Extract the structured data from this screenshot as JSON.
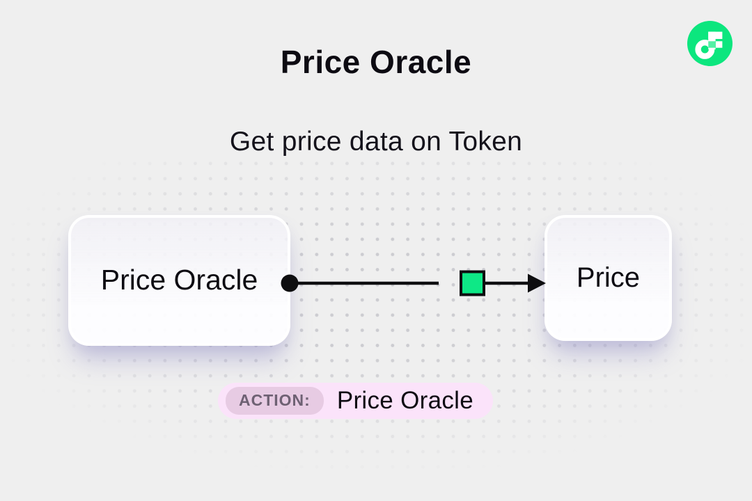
{
  "header": {
    "title": "Price Oracle",
    "subtitle": "Get price data on Token"
  },
  "logo": {
    "name": "flow-logo",
    "bg_color": "#0ce67e",
    "crossbar_color": "#53f0a4"
  },
  "diagram": {
    "source_node": {
      "label": "Price Oracle"
    },
    "target_node": {
      "label": "Price"
    },
    "connector": {
      "handle_color": "#0ee886",
      "line_color": "#0e0e10"
    }
  },
  "action_bar": {
    "badge_label": "ACTION:",
    "action_name": "Price Oracle"
  },
  "colors": {
    "background": "#efefef",
    "text": "#0d0b12",
    "pill_bg": "#fbe3fa",
    "badge_bg": "#e7cbe3",
    "badge_text": "#6e6173",
    "accent_green": "#0ce67e",
    "dot_color": "#c6c6cb"
  }
}
